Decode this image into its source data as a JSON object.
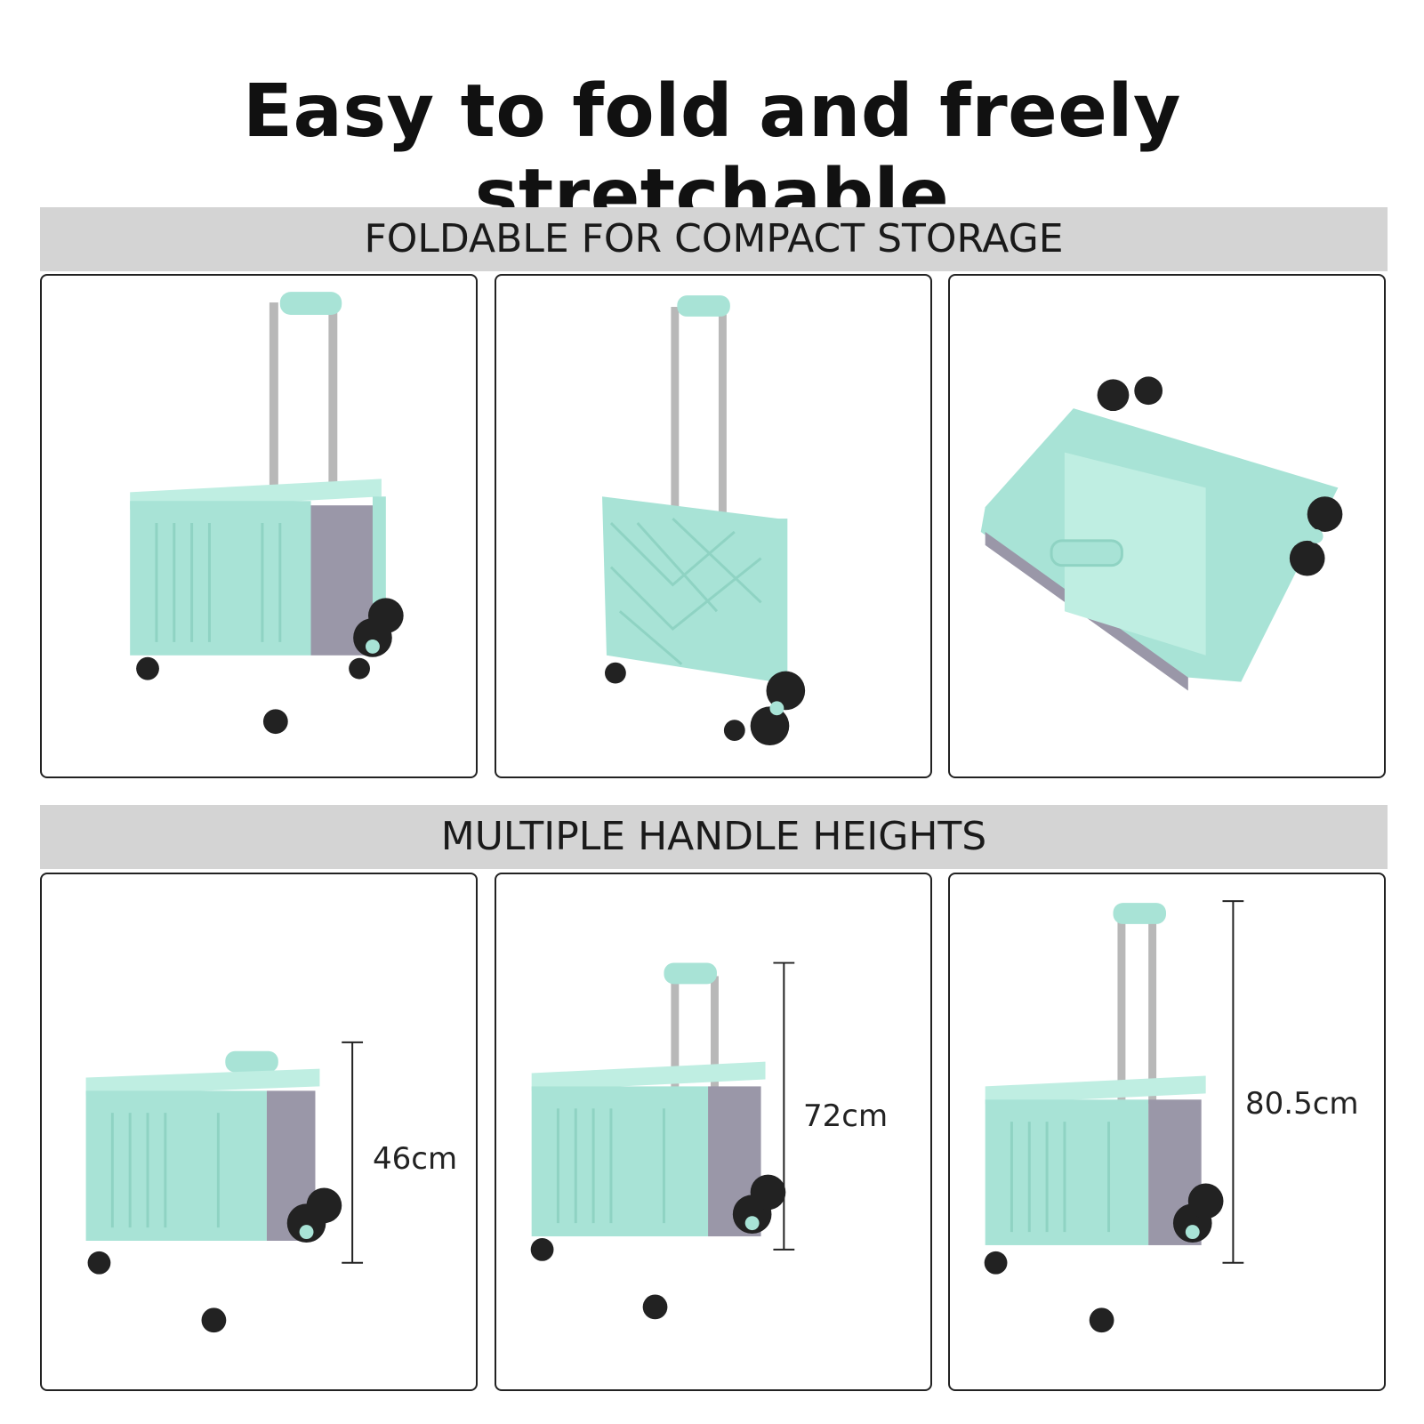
{
  "title": "Easy to fold and freely stretchable",
  "section_foldable": "FOLDABLE FOR COMPACT STORAGE",
  "section_heights": "MULTIPLE HANDLE HEIGHTS",
  "heights": {
    "low": "46cm",
    "mid": "72cm",
    "high": "80.5cm"
  },
  "colors": {
    "mint": "#a8e3d6",
    "mint_dark": "#8fd3c3",
    "gray_panel": "#9a97a8",
    "band": "#d4d4d4",
    "wheel": "#222222"
  }
}
